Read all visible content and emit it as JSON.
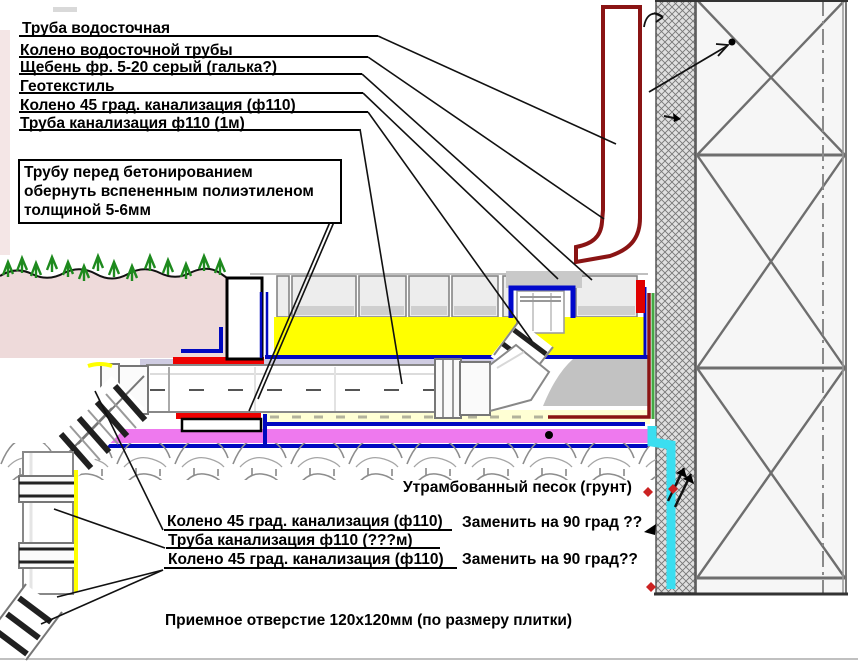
{
  "callouts": {
    "top": [
      "Труба водосточная",
      "Колено водосточной трубы",
      "Щебень фр. 5-20 серый (галька?)",
      "Геотекстиль",
      "Колено 45 град. канализация (ф110)",
      "Труба канализация ф110 (1м)"
    ],
    "note_box": [
      "Трубу перед бетонированием",
      "обернуть вспененным полиэтиленом",
      "толщиной 5-6мм"
    ],
    "soil_label": "Утрамбованный песок (грунт)",
    "bottom_rows": [
      {
        "label": "Колено 45 град. канализация (ф110)",
        "note": "Заменить на 90 град ??"
      },
      {
        "label": "Труба канализация ф110 (???м)",
        "note": ""
      },
      {
        "label": "Колено 45 град. канализация (ф110)",
        "note": "Заменить на 90 град??"
      }
    ],
    "footer": "Приемное отверстие 120х120мм (по размеру плитки)"
  },
  "colors": {
    "downpipe_outline": "#8a1414",
    "gravel_yellow": "#ffff00",
    "geotextile_blue": "#0008c0",
    "waterproof_magenta": "#ee79ee",
    "drain_cyan": "#3adef0",
    "marker_red": "#ee0000",
    "grass_green": "#1e8a1e",
    "soil_pink": "#eedada",
    "underlay_lavender": "#cfcce2"
  }
}
